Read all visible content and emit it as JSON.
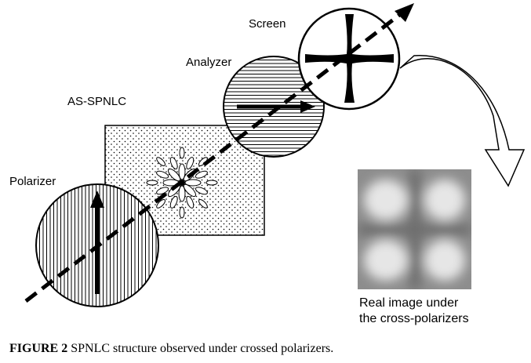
{
  "labels": {
    "screen": "Screen",
    "analyzer": "Analyzer",
    "sample": "AS-SPNLC",
    "polarizer": "Polarizer",
    "real_image_line1": "Real image under",
    "real_image_line2": "the cross-polarizers"
  },
  "caption": {
    "figure_number": "FIGURE 2",
    "text": "SPNLC structure observed under crossed polarizers."
  }
}
